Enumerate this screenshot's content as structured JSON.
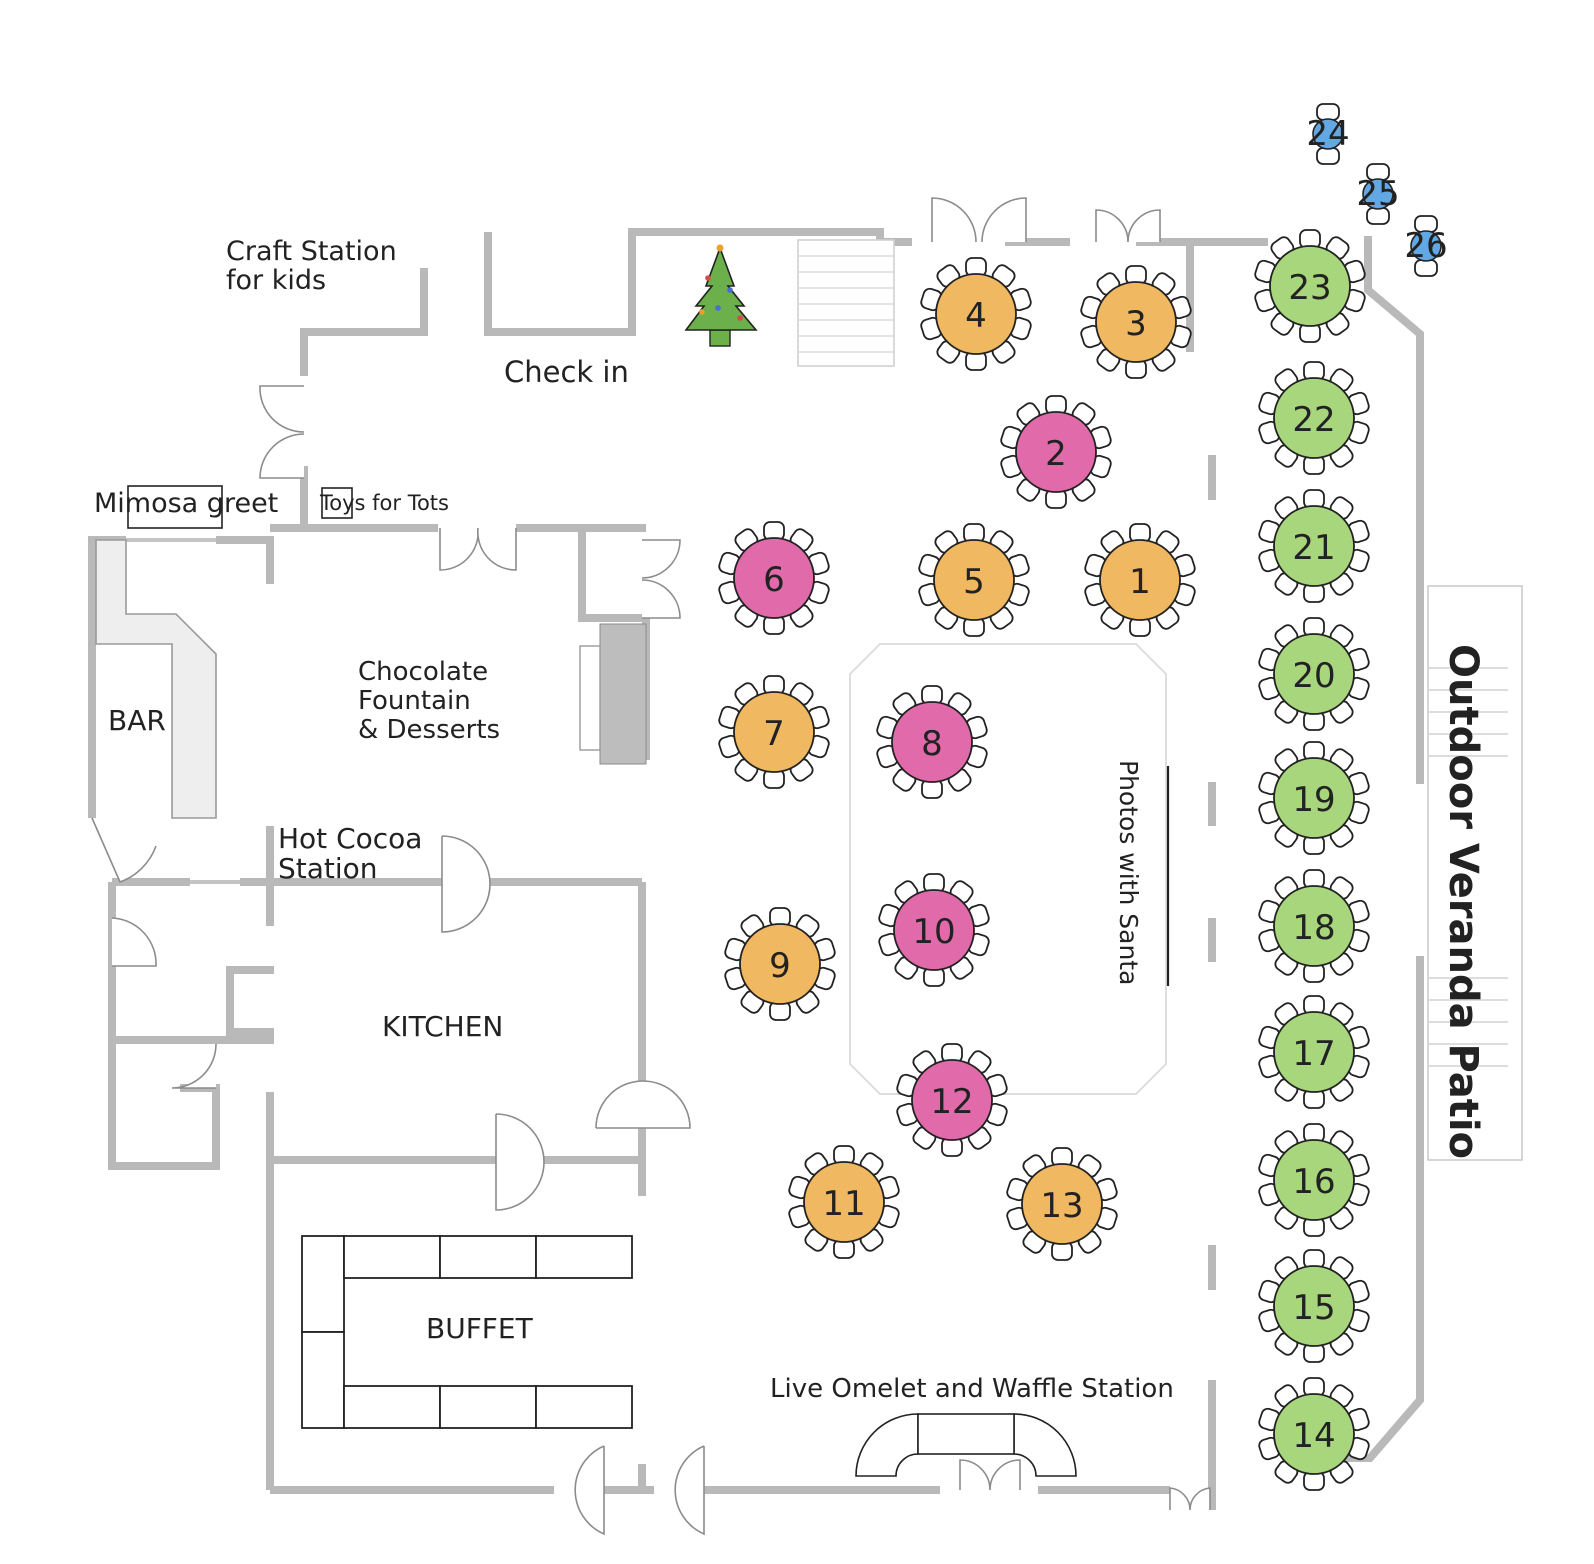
{
  "labels": {
    "craft": "Craft Station",
    "craft2": "for kids",
    "checkin": "Check in",
    "mimosa": "Mimosa greet",
    "toys": "Toys for Tots",
    "bar": "BAR",
    "choc1": "Chocolate",
    "choc2": "Fountain",
    "choc3": "& Desserts",
    "cocoa1": "Hot Cocoa",
    "cocoa2": "Station",
    "kitchen": "KITCHEN",
    "buffet": "BUFFET",
    "omelet": "Live Omelet and Waffle Station",
    "santa": "Photos with Santa",
    "patio": "Outdoor Veranda Patio"
  },
  "colors": {
    "orange": "#f0b860",
    "pink": "#e06aaa",
    "green": "#a8d67c",
    "blue": "#62a8e4",
    "wall": "#b9b9b9"
  },
  "icons": {
    "tree": "christmas-tree-icon"
  },
  "tables": [
    {
      "num": "1",
      "color": "orange"
    },
    {
      "num": "2",
      "color": "pink"
    },
    {
      "num": "3",
      "color": "orange"
    },
    {
      "num": "4",
      "color": "orange"
    },
    {
      "num": "5",
      "color": "orange"
    },
    {
      "num": "6",
      "color": "pink"
    },
    {
      "num": "7",
      "color": "orange"
    },
    {
      "num": "8",
      "color": "pink"
    },
    {
      "num": "9",
      "color": "orange"
    },
    {
      "num": "10",
      "color": "pink"
    },
    {
      "num": "11",
      "color": "orange"
    },
    {
      "num": "12",
      "color": "pink"
    },
    {
      "num": "13",
      "color": "orange"
    },
    {
      "num": "14",
      "color": "green"
    },
    {
      "num": "15",
      "color": "green"
    },
    {
      "num": "16",
      "color": "green"
    },
    {
      "num": "17",
      "color": "green"
    },
    {
      "num": "18",
      "color": "green"
    },
    {
      "num": "19",
      "color": "green"
    },
    {
      "num": "20",
      "color": "green"
    },
    {
      "num": "21",
      "color": "green"
    },
    {
      "num": "22",
      "color": "green"
    },
    {
      "num": "23",
      "color": "green"
    },
    {
      "num": "24",
      "color": "blue"
    },
    {
      "num": "25",
      "color": "blue"
    },
    {
      "num": "26",
      "color": "blue"
    }
  ]
}
